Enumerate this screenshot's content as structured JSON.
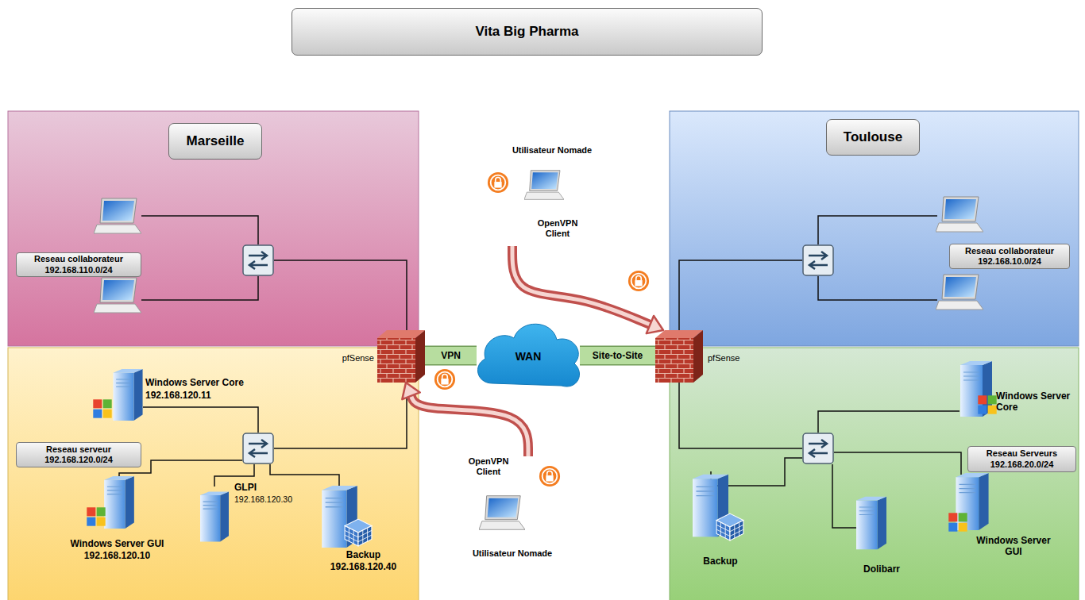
{
  "diagram": {
    "title": "Vita Big Pharma",
    "nodes": [
      {
        "text": [
          "Marseille"
        ]
      },
      {
        "text": [
          "Reseau collaborateur 192.168.110.0/24"
        ],
        "in": 0
      },
      {
        "text": [
          "Utilisateur Nomade",
          "OpenVPN Client"
        ]
      },
      {
        "text": [
          "Toulouse"
        ]
      },
      {
        "text": [
          "Reseau collaborateur 192.168.10.0/24"
        ],
        "in": 3
      },
      {
        "text": [
          "pfSense"
        ]
      },
      {
        "text": [
          "WAN"
        ]
      },
      {
        "text": [
          "pfSense"
        ]
      },
      {
        "text": [
          "Windows Server Core",
          "192.168.120.11"
        ]
      },
      {
        "text": [
          "Reseau serveur 192.168.120.0/24"
        ]
      },
      {
        "text": [
          "Windows Server GUI",
          "192.168.120.10"
        ]
      },
      {
        "text": [
          "GLPI",
          "192.168.120.30"
        ]
      },
      {
        "text": [
          "Backup",
          "192.168.120.40"
        ]
      },
      {
        "text": [
          "OpenVPN Client",
          "Utilisateur Nomade"
        ]
      },
      {
        "text": [
          "Windows Server Core"
        ]
      },
      {
        "text": [
          "Reseau Serveurs 192.168.20.0/24"
        ]
      },
      {
        "text": [
          "Backup"
        ]
      },
      {
        "text": [
          "Dolibarr"
        ]
      },
      {
        "text": [
          "Windows Server GUI"
        ]
      }
    ],
    "edges": [
      {
        "from": 5,
        "to": 6,
        "label": "VPN",
        "arrow": "none"
      },
      {
        "from": 6,
        "to": 7,
        "label": "Site-to-Site",
        "arrow": "none"
      },
      {
        "from": 2,
        "to": 7,
        "arrow": "to"
      },
      {
        "from": 13,
        "to": 5,
        "arrow": "to"
      }
    ]
  }
}
